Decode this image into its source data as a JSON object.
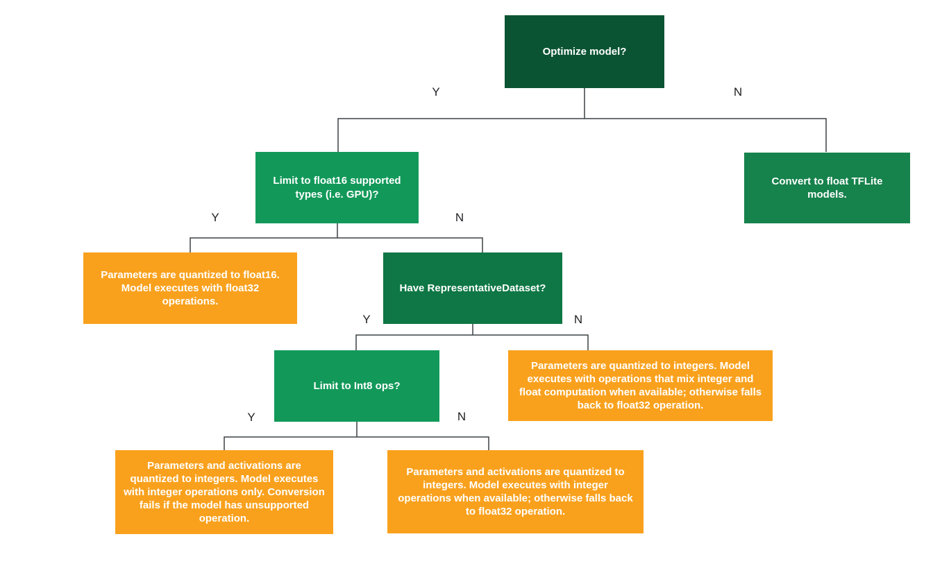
{
  "diagram": {
    "type": "flowchart-decision-tree",
    "colors": {
      "background": "#ffffff",
      "dark_green": "#0b5433",
      "medium_green": "#16824c",
      "medium_green_alt": "#0e7745",
      "green": "#12995a",
      "orange": "#f9a11d",
      "box_text": "#ffffff",
      "line": "#3c4043",
      "branch_label_text": "#202124"
    },
    "nodes": {
      "optimize": {
        "label": "Optimize model?"
      },
      "limit_float16": {
        "label": "Limit to float16 supported types (i.e. GPU)?"
      },
      "convert_float": {
        "label": "Convert to float TFLite models."
      },
      "quant_float16": {
        "label": "Parameters are quantized to float16. Model executes with float32 operations."
      },
      "have_dataset": {
        "label": "Have RepresentativeDataset?"
      },
      "limit_int8": {
        "label": "Limit to Int8 ops?"
      },
      "mixed_int_float": {
        "label": "Parameters are quantized to integers. Model executes with operations that mix integer and float computation when available; otherwise falls back to float32 operation."
      },
      "int_only": {
        "label": "Parameters and activations are quantized to integers. Model executes with integer operations only. Conversion fails if the model has unsupported operation."
      },
      "int_fallback": {
        "label": "Parameters and activations are quantized to integers. Model executes with integer operations when available; otherwise falls back to float32 operation."
      }
    },
    "branch_labels": {
      "level1_yes": "Y",
      "level1_no": "N",
      "level2_yes": "Y",
      "level2_no": "N",
      "level3_yes": "Y",
      "level3_no": "N",
      "level4_yes": "Y",
      "level4_no": "N"
    }
  }
}
